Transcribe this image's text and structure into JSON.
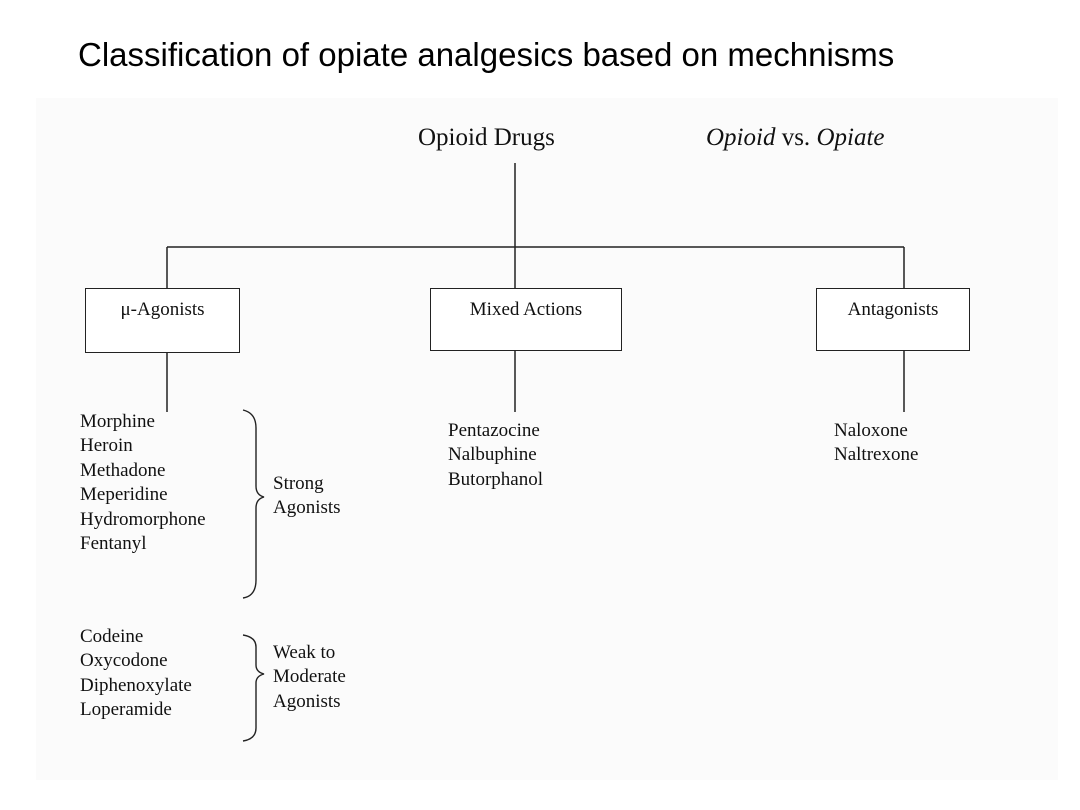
{
  "slide": {
    "title": "Classification of opiate analgesics based on mechnisms"
  },
  "tree": {
    "root": "Opioid Drugs",
    "note": {
      "word1": "Opioid",
      "sep": " vs. ",
      "word2": "Opiate"
    },
    "categories": [
      {
        "label": "μ-Agonists",
        "groups": [
          {
            "drugs": [
              "Morphine",
              "Heroin",
              "Methadone",
              "Meperidine",
              "Hydromorphone",
              "Fentanyl"
            ],
            "label_lines": [
              "Strong",
              "Agonists"
            ]
          },
          {
            "drugs": [
              "Codeine",
              "Oxycodone",
              "Diphenoxylate",
              "Loperamide"
            ],
            "label_lines": [
              "Weak to",
              "Moderate",
              "Agonists"
            ]
          }
        ]
      },
      {
        "label": "Mixed Actions",
        "drugs": [
          "Pentazocine",
          "Nalbuphine",
          "Butorphanol"
        ]
      },
      {
        "label": "Antagonists",
        "drugs": [
          "Naloxone",
          "Naltrexone"
        ]
      }
    ]
  }
}
